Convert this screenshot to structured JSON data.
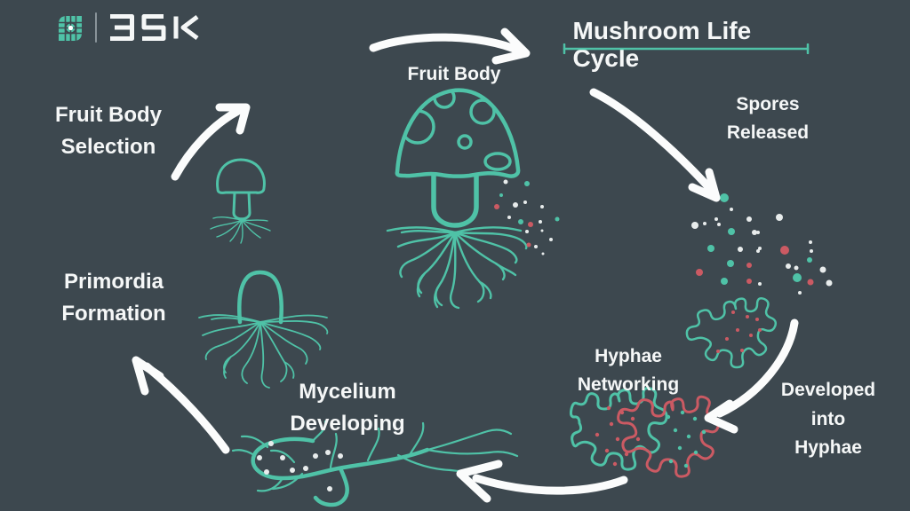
{
  "colors": {
    "background": "#3D484F",
    "teal": "#4FC2A7",
    "red": "#CB5A63",
    "label_white": "#F5F7F7",
    "arrow_white": "#FBFCFC",
    "spore_white": "#E8ECEC",
    "logo_divider": "#8A949A"
  },
  "logo": {
    "brand": "3SK",
    "icon": "leaf-grid-icon"
  },
  "title": "Mushroom Life Cycle",
  "stages": {
    "fruit_body": "Fruit Body",
    "spores_released": "Spores\nReleased",
    "developed_into_hyphae": "Developed\ninto\nHyphae",
    "hyphae_networking": "Hyphae\nNetworking",
    "mycelium_developing": "Mycelium\nDeveloping",
    "primordia_formation": "Primordia\nFormation",
    "fruit_body_selection": "Fruit Body\nSelection"
  },
  "cycle_order": [
    "Fruit Body",
    "Spores Released",
    "Developed into Hyphae",
    "Hyphae Networking",
    "Mycelium Developing",
    "Primordia Formation",
    "Fruit Body Selection"
  ]
}
